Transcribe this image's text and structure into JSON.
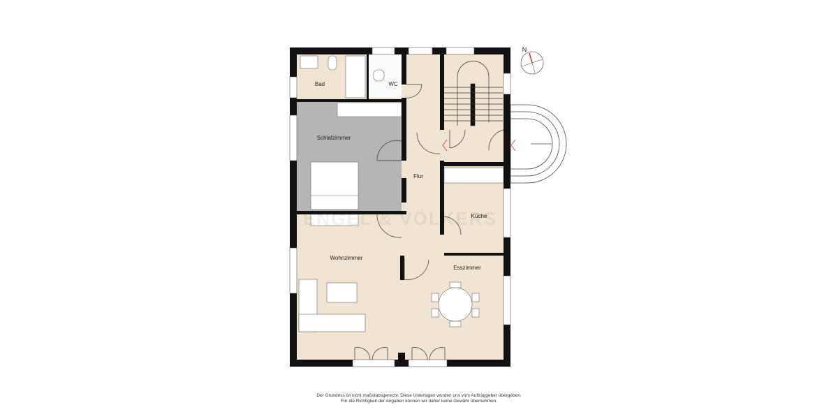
{
  "plan": {
    "rooms": [
      {
        "name": "Bad"
      },
      {
        "name": "WC"
      },
      {
        "name": "Schlafzimmer"
      },
      {
        "name": "Flur"
      },
      {
        "name": "Küche"
      },
      {
        "name": "Wohnzimmer"
      },
      {
        "name": "Esszimmer"
      }
    ],
    "compass_label": "N",
    "watermark": "ENGEL & VÖLKERS",
    "colors": {
      "floor": "#f1e4d2",
      "bedroom": "#b5b5b5",
      "wall": "#111111",
      "entry_marker": "#d9534f"
    }
  },
  "disclaimer": {
    "line1": "Der Grundriss ist nicht maßstabsgerecht. Diese Unterlagen wurden uns vom Auftraggeber übergeben.",
    "line2": "Für die Richtigkeit der Angaben können wir daher keine Gewähr übernehmen."
  }
}
